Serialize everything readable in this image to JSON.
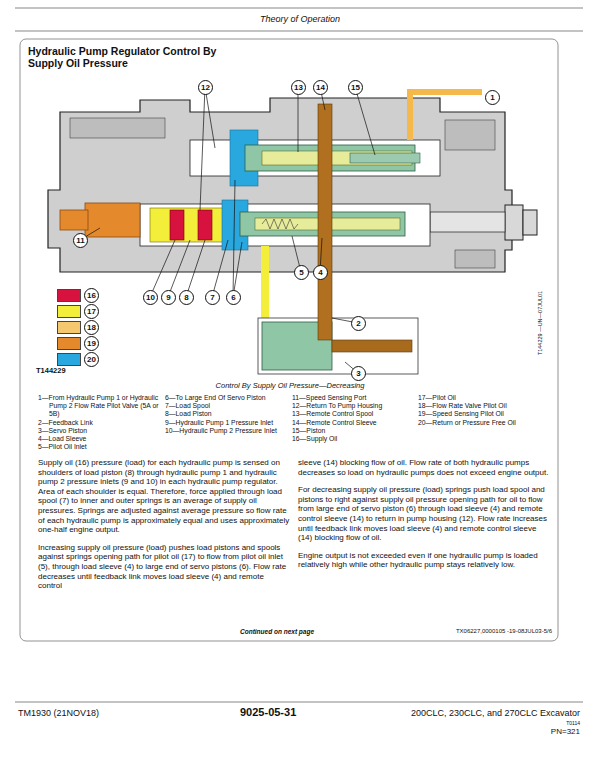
{
  "diagram": {
    "title": "Hydraulic Pump Regulator Control By Supply Oil Pressure",
    "caption": "Control By Supply Oil Pressure—Decreasing",
    "labels": [
      "Theory of Operation",
      "12",
      "13",
      "14",
      "15",
      "1",
      "11",
      "10",
      "9",
      "8",
      "7",
      "6",
      "5",
      "4",
      "2",
      "3",
      "T144229",
      "T144229 —UN—07JUL01",
      "1—From Hydraulic Pump 1 or Hydraulic Pump 2 Flow Rate Pilot Valve (5A or 5B)",
      "2—Feedback Link",
      "3—Servo Piston",
      "4—Load Sleeve",
      "5—Pilot Oil Inlet",
      "6—To Large End Of Servo Piston",
      "7—Load Spool",
      "8—Load Piston",
      "9—Hydraulic Pump 1 Pressure Inlet",
      "10—Hydraulic Pump 2 Pressure Inlet",
      "11—Speed Sensing Port",
      "12—Return To Pump Housing",
      "13—Remote Control Spool",
      "14—Remote Control Sleeve",
      "15—Piston",
      "16—Supply Oil",
      "17—Pilot Oil",
      "18—Flow Rate Valve Pilot Oil",
      "19—Speed Sensing Pilot Oil",
      "20—Return or Pressure Free Oil",
      "Supply oil (16) pressure (load) for each hydraulic pump is sensed on shoulders of load piston (8) through hydraulic pump 1 and hydraulic pump 2 pressure inlets (9 and 10) in each hydraulic pump regulator. Area of each shoulder is equal. Therefore, force applied through load spool (7) to inner and outer springs is an average of supply oil pressures. Springs are adjusted against average pressure so flow rate of each hydraulic pump is approximately equal and uses approximately one-half engine output.",
      "Increasing supply oil pressure (load) pushes load pistons and spools against springs opening path for pilot oil (17) to flow from pilot oil inlet (5), through load sleeve (4) to large end of servo pistons (6). Flow rate decreases until feedback link moves load sleeve (4) and remote control",
      "sleeve (14) blocking flow of oil. Flow rate of both hydraulic pumps decreases so load on hydraulic pumps does not exceed engine output.",
      "For decreasing supply oil pressure (load) springs push load spool and pistons to right against supply oil pressure opening path for oil to flow from large end of servo piston (6) through load sleeve (4) and remote control sleeve (14) to return in pump housing (12). Flow rate increases until feedback link moves load sleeve (4) and remote control sleeve (14) blocking flow of oil.",
      "Engine output is not exceeded even if one hydraulic pump is loaded relatively high while other hydraulic pump stays relatively low.",
      "Continued on next page",
      "TX06227,0000105 -19-08JUL03-5/6",
      "TM1930 (21NOV18)",
      "9025-05-31",
      "200CLC, 230CLC, and 270CLC Excavator",
      "T0114",
      "PN=321"
    ],
    "legend": [
      {
        "text": "16",
        "color": "#d8123e"
      },
      {
        "text": "17",
        "color": "#f2ee3a"
      },
      {
        "text": "18",
        "color": "#f5c870"
      },
      {
        "text": "19",
        "color": "#e58a2c"
      },
      {
        "text": "20",
        "color": "#29a8df"
      }
    ]
  }
}
